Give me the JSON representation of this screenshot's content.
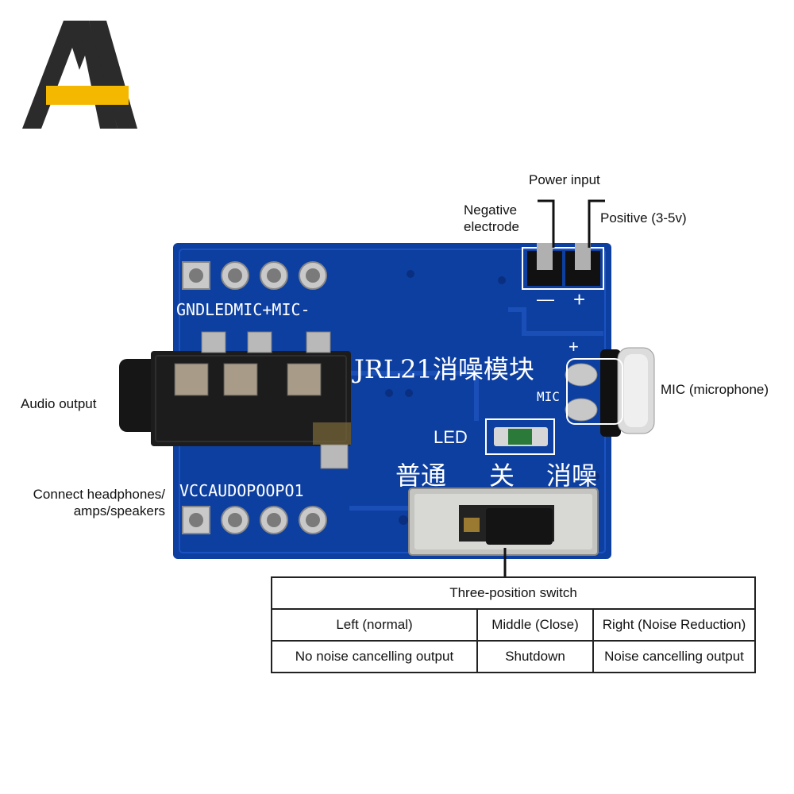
{
  "callouts": {
    "power_input": "Power input",
    "negative_electrode": [
      "Negative",
      "electrode"
    ],
    "positive": "Positive (3-5v)",
    "mic": "MIC (microphone)",
    "audio_output": "Audio output",
    "connect": [
      "Connect headphones/",
      "amps/speakers"
    ]
  },
  "board": {
    "title": "JRL21消噪模块",
    "top_pins_label": "GNDLEDMIC+MIC-",
    "bottom_pins_label": "VCCAUDOPOOPO1",
    "led_label": "LED",
    "mic_label": "MIC",
    "minus_sign": "—",
    "plus_sign": "+",
    "mic_plus": "+",
    "mode_normal": "普通",
    "mode_off": "关",
    "mode_nr": "消噪"
  },
  "table": {
    "title": "Three-position switch",
    "headers": [
      "Left (normal)",
      "Middle (Close)",
      "Right (Noise Reduction)"
    ],
    "row": [
      "No noise cancelling output",
      "Shutdown",
      "Noise cancelling output"
    ]
  },
  "colors": {
    "pcb": "#0d3fa0",
    "silkscreen": "#ffffff",
    "logo_dark": "#2b2b2b",
    "logo_yellow": "#f5b800"
  }
}
